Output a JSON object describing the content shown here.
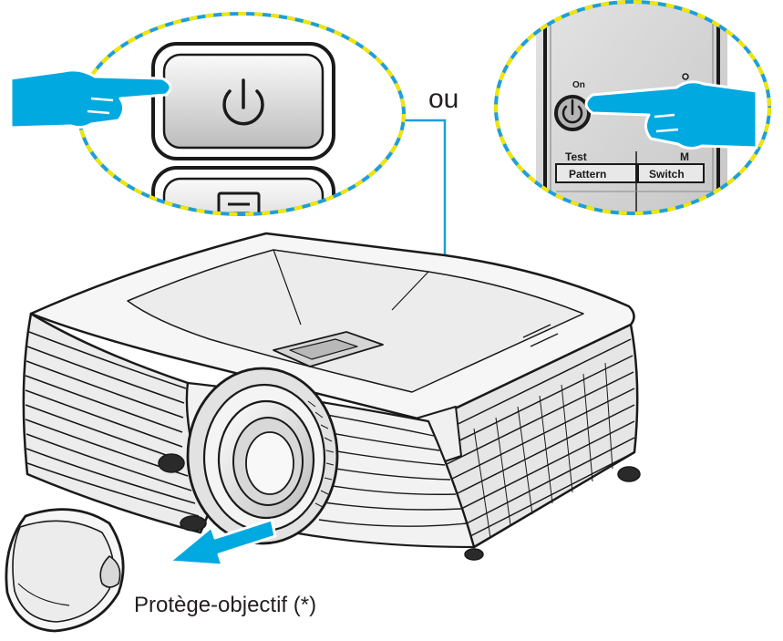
{
  "connector_label": "ou",
  "lens_cap_label": "Protège-objectif (*)",
  "remote": {
    "on_label": "On",
    "test_label": "Test",
    "pattern_label": "Pattern",
    "switch_label": "Switch",
    "partial_label_1": "M",
    "partial_label_2": "T"
  },
  "icons": {
    "keypad_power": "power-icon",
    "keypad_menu": "menu-icon",
    "remote_power": "power-icon",
    "hands": "pointing-hand-icon",
    "arrow": "arrow-icon"
  },
  "colors": {
    "hand": "#00a9e0",
    "callout_border_blue": "#1e9fd8",
    "callout_border_yellow": "#f2e500",
    "line": "#1e9fd8",
    "remote_panel": "#d8d8d8",
    "projector_body": "#f4f4f4",
    "outline": "#1a1a1a"
  }
}
